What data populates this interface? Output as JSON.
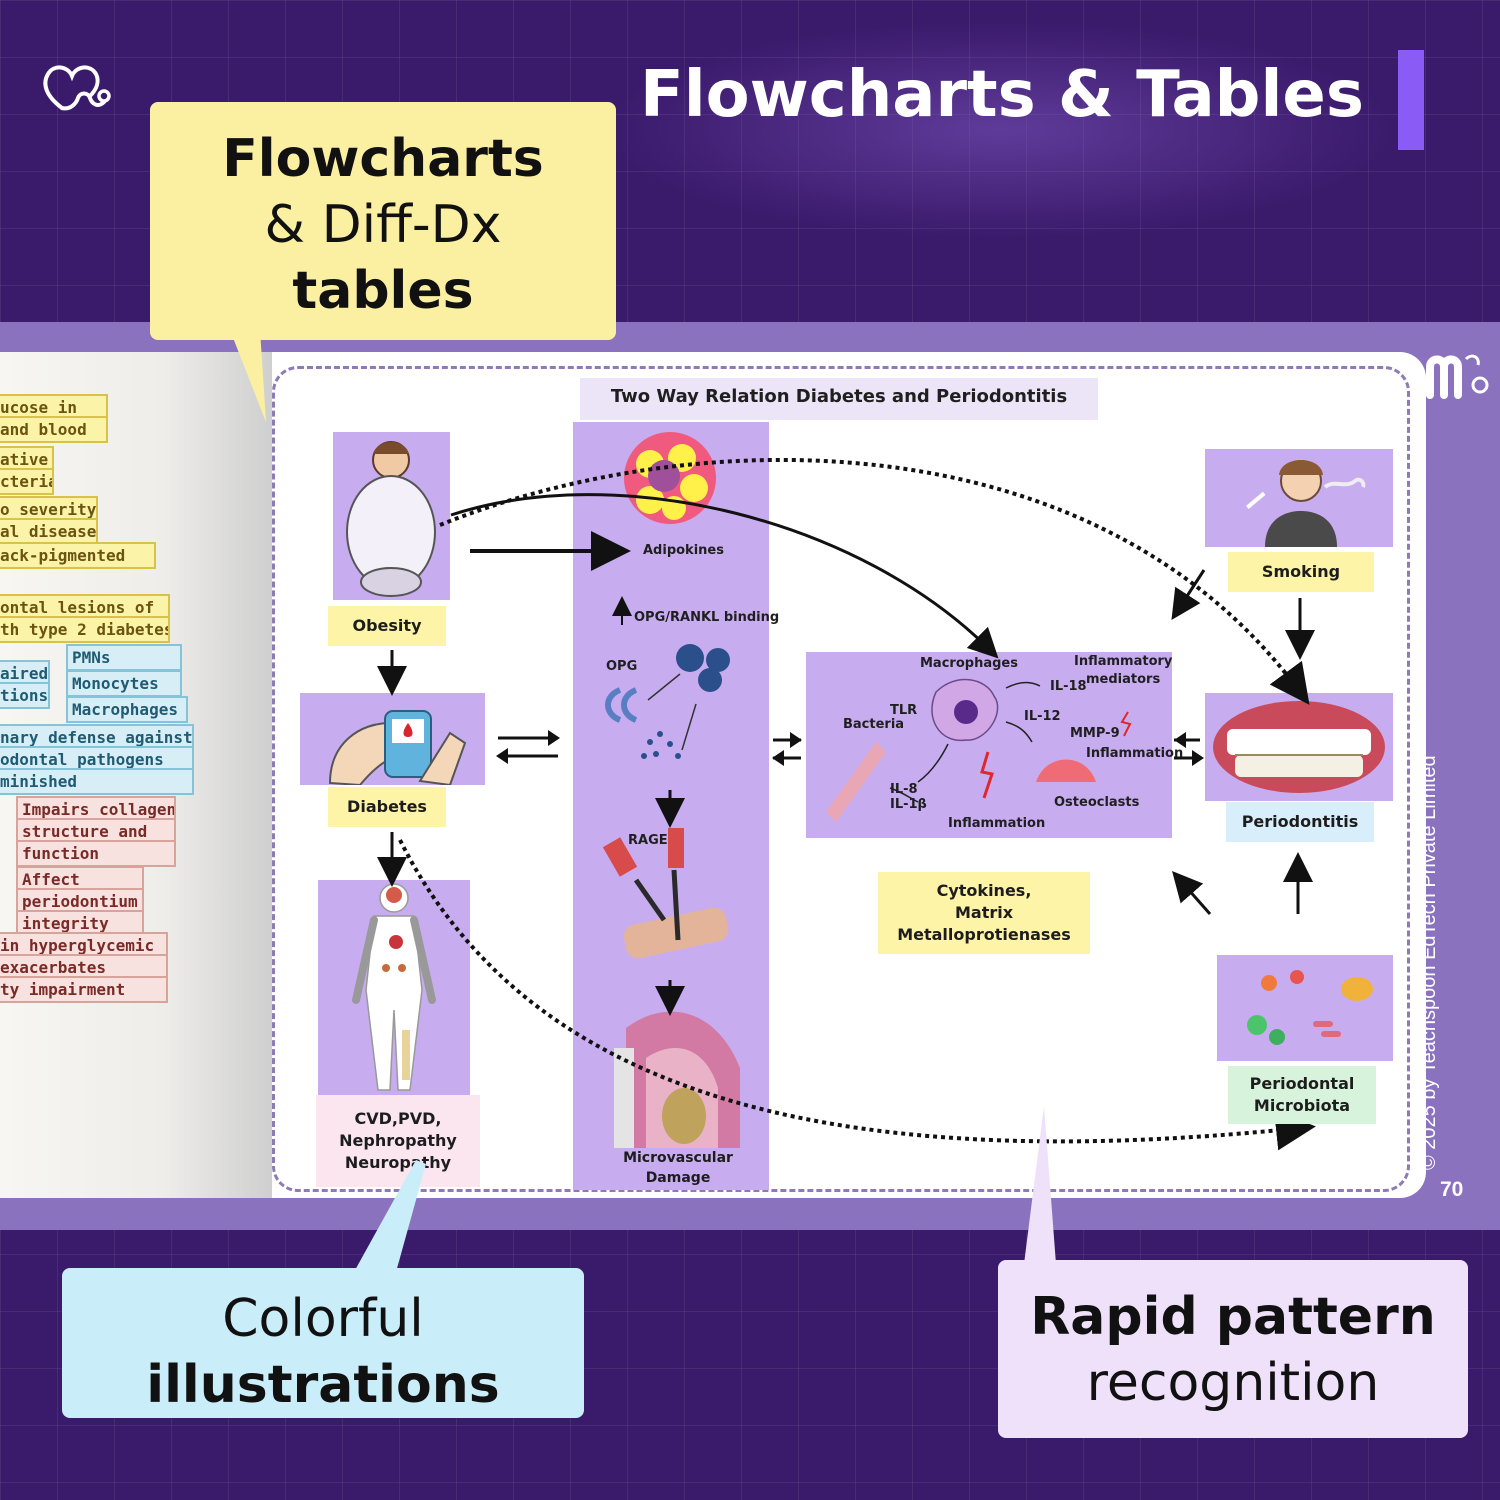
{
  "header": {
    "title": "Flowcharts & Tables",
    "logo_icon": "heart-stethoscope-icon",
    "accent_color": "#8a5cf5"
  },
  "book": {
    "copyright": "© 2025 by Teachspoon EdTech Private Limited",
    "page_number": "70",
    "left_page_tags": [
      {
        "text": "ucose in",
        "color": "yellow"
      },
      {
        "text": " and blood",
        "color": "yellow"
      },
      {
        "text": "ative",
        "color": "yellow"
      },
      {
        "text": "cteria",
        "color": "yellow"
      },
      {
        "text": "o severity",
        "color": "yellow"
      },
      {
        "text": "al disease",
        "color": "yellow"
      },
      {
        "text": "ack-pigmented",
        "color": "yellow"
      },
      {
        "text": "ontal lesions of",
        "color": "yellow"
      },
      {
        "text": "th type 2 diabetes",
        "color": "yellow"
      },
      {
        "text": "aired",
        "color": "blue"
      },
      {
        "text": "tions",
        "color": "blue"
      },
      {
        "text": "PMNs",
        "color": "blue"
      },
      {
        "text": "Monocytes",
        "color": "blue"
      },
      {
        "text": "Macrophages",
        "color": "blue"
      },
      {
        "text": "nary defense against",
        "color": "blue"
      },
      {
        "text": "odontal pathogens",
        "color": "blue"
      },
      {
        "text": "minished",
        "color": "blue"
      },
      {
        "text": "Impairs collagen",
        "color": "pink"
      },
      {
        "text": "structure and",
        "color": "pink"
      },
      {
        "text": "function",
        "color": "pink"
      },
      {
        "text": "Affect",
        "color": "pink"
      },
      {
        "text": "periodontium",
        "color": "pink"
      },
      {
        "text": "integrity",
        "color": "pink"
      },
      {
        "text": " in hyperglycemic",
        "color": "pink"
      },
      {
        "text": "exacerbates",
        "color": "pink"
      },
      {
        "text": "ty impairment",
        "color": "pink"
      }
    ]
  },
  "diagram": {
    "title": "Two Way Relation Diabetes and Periodontitis",
    "nodes": {
      "obesity": "Obesity",
      "diabetes": "Diabetes",
      "cvd_line1": "CVD,PVD,",
      "cvd_line2": "Nephropathy",
      "cvd_line3": "Neuropathy",
      "adipokines": "Adipokines",
      "opg_rankl": "OPG/RANKL binding",
      "opg": "OPG",
      "rage": "RAGE",
      "microvascular_line1": "Microvascular",
      "microvascular_line2": "Damage",
      "smoking": "Smoking",
      "periodontitis": "Periodontitis",
      "microbiota_line1": "Periodontal",
      "microbiota_line2": "Microbiota",
      "cytokines_line1": "Cytokines,",
      "cytokines_line2": "Matrix",
      "cytokines_line3": "Metalloprotienases"
    },
    "center_panel": {
      "macrophages": "Macrophages",
      "inflammatory_mediators_line1": "Inflammatory",
      "inflammatory_mediators_line2": "mediators",
      "il18": "IL-18",
      "il12": "IL-12",
      "mmp9": "MMP-9",
      "tlr": "TLR",
      "bacteria": "Bacteria",
      "il8": "IL-8",
      "il1b": "IL-1β",
      "inflammation_small": "Inflammation",
      "osteoclasts": "Osteoclasts",
      "inflammation": "Inflammation"
    }
  },
  "callouts": {
    "flowcharts": {
      "line1": "Flowcharts",
      "line2": "& Diff-Dx",
      "line3": "tables"
    },
    "colorful": {
      "line1": "Colorful",
      "line2": "illustrations"
    },
    "rapid": {
      "line1": "Rapid pattern",
      "line2": "recognition"
    }
  }
}
